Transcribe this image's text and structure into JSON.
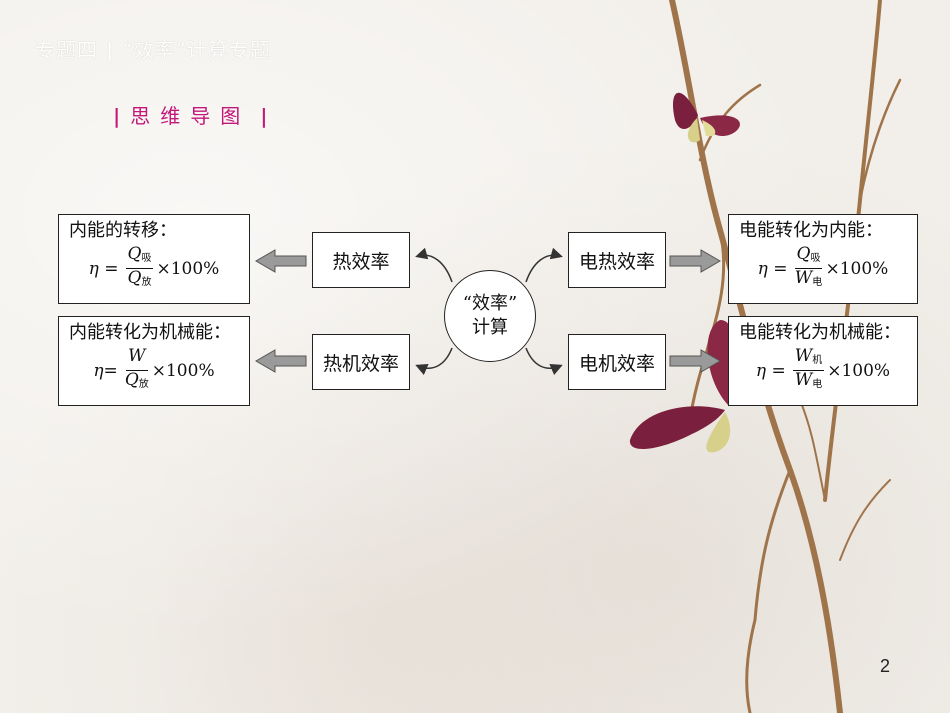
{
  "header": {
    "topic": "专题四",
    "title": "“效率”计算专题"
  },
  "mindmap_title": "思维导图",
  "center": {
    "line1": "“效率”",
    "line2": "计算"
  },
  "nodes": {
    "heat_efficiency": "热效率",
    "heat_engine_efficiency": "热机效率",
    "electric_heat_efficiency": "电热效率",
    "motor_efficiency": "电机效率"
  },
  "formulas": {
    "internal_transfer": {
      "title": "内能的转移：",
      "eta": "η =",
      "num_symbol": "Q",
      "num_sub": "吸",
      "den_symbol": "Q",
      "den_sub": "放",
      "times": "×100%"
    },
    "internal_to_mechanical": {
      "title": "内能转化为机械能：",
      "eta": "η=",
      "num_symbol": "W",
      "num_sub": "",
      "den_symbol": "Q",
      "den_sub": "放",
      "times": "×100%"
    },
    "electric_to_internal": {
      "title": "电能转化为内能：",
      "eta": "η =",
      "num_symbol": "Q",
      "num_sub": "吸",
      "den_symbol": "W",
      "den_sub": "电",
      "times": "×100%"
    },
    "electric_to_mechanical": {
      "title": "电能转化为机械能：",
      "eta": "η =",
      "num_symbol": "W",
      "num_sub": "机",
      "den_symbol": "W",
      "den_sub": "电",
      "times": "×100%"
    }
  },
  "page_number": "2",
  "colors": {
    "accent": "#c2187a",
    "arrow": "#8f8f8f",
    "branch": "#a0744a",
    "butterfly": "#7a1f3d"
  }
}
